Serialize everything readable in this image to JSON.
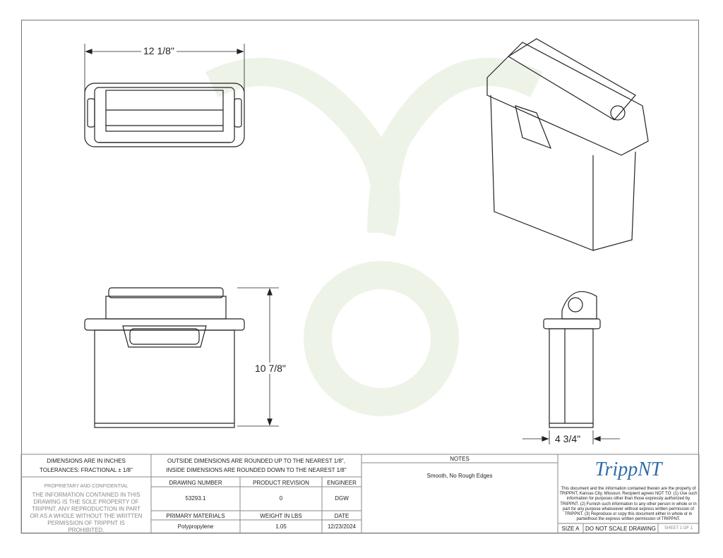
{
  "dimensions": {
    "width": "12 1/8\"",
    "height": "10 7/8\"",
    "depth": "4 3/4\""
  },
  "title_block": {
    "dims_in_inches": "DIMENSIONS ARE IN INCHES",
    "tolerances": "TOLERANCES: FRACTIONAL ± 1/8\"",
    "outside_rounding": "OUTSIDE DIMENSIONS ARE ROUNDED UP TO THE NEAREST 1/8\",",
    "inside_rounding": "INSIDE DIMENSIONS ARE ROUNDED DOWN TO THE NEAREST 1/8\"",
    "proprietary_heading": "PROPRIETARY AND CONFIDENTIAL",
    "proprietary_text": "THE INFORMATION CONTAINED IN THIS DRAWING IS THE SOLE PROPERTY OF TRIPPNT.  ANY REPRODUCTION IN PART OR AS A WHOLE WITHOUT THE WRITTEN PERMISSION OF TRIPPNT IS PROHIBITED.",
    "drawing_number_label": "DRAWING NUMBER",
    "drawing_number": "53293.1",
    "product_revision_label": "PRODUCT REVISION",
    "product_revision": "0",
    "engineer_label": "ENGINEER",
    "engineer": "DGW",
    "primary_materials_label": "PRIMARY MATERIALS",
    "primary_materials": "Polypropylene",
    "weight_label": "WEIGHT IN LBS",
    "weight": "1.05",
    "date_label": "DATE",
    "date": "12/23/2024",
    "notes_label": "NOTES",
    "notes": "Smooth, No Rough Edges",
    "logo_text": "TrippNT",
    "legal_text": "This document and the information contained therein are the property of TRIPPNT, Kansas City, Missouri. Recipient agrees NOT TO: (1) Use such information for purposes other than those expressly authorized by TRIPPNT. (2) Furnish such information to any other person in whole or in part for any purpose whatsoever without express  written permission of TRIPPNT. (3) Reproduce or copy this document either in whole or in partwithout the express written permission of TRIPPNT.",
    "size": "SIZE A",
    "do_not_scale": "DO NOT SCALE DRAWING",
    "sheet": "SHEET 1 OF 1"
  },
  "colors": {
    "line": "#222222",
    "watermark": "#f2f5ee",
    "logo_blue": "#2f6ea8",
    "logo_green": "#7aa63a"
  }
}
